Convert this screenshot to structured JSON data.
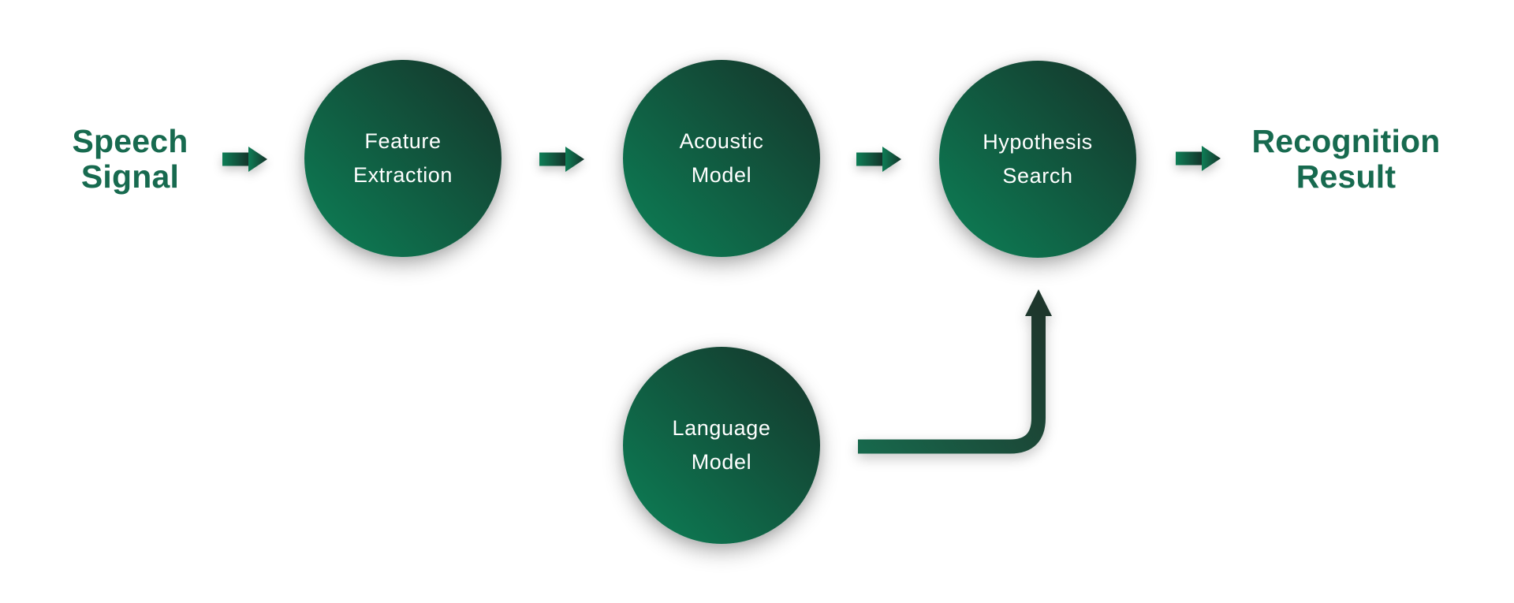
{
  "diagram": {
    "input_label": "Speech\nSignal",
    "output_label": "Recognition\nResult",
    "nodes": [
      {
        "id": "feature-extraction",
        "label": "Feature\nExtraction"
      },
      {
        "id": "acoustic-model",
        "label": "Acoustic\nModel"
      },
      {
        "id": "hypothesis-search",
        "label": "Hypothesis\nSearch"
      },
      {
        "id": "language-model",
        "label": "Language\nModel"
      }
    ],
    "edges": [
      {
        "from": "speech-signal",
        "to": "feature-extraction",
        "type": "arrow-right"
      },
      {
        "from": "feature-extraction",
        "to": "acoustic-model",
        "type": "arrow-right"
      },
      {
        "from": "acoustic-model",
        "to": "hypothesis-search",
        "type": "arrow-right"
      },
      {
        "from": "hypothesis-search",
        "to": "recognition-result",
        "type": "arrow-right"
      },
      {
        "from": "language-model",
        "to": "hypothesis-search",
        "type": "elbow-arrow-up"
      }
    ],
    "icons": {
      "arrow_right": "arrow-right-icon",
      "elbow_arrow": "elbow-up-arrow-icon"
    },
    "colors": {
      "background": "#FFFFFF",
      "heading_text": "#176A4F",
      "node_text": "#FFFFFF",
      "circle_light": "#0C8157",
      "circle_dark": "#15362B",
      "arrow_light": "#0E7E56",
      "arrow_dark": "#14332A",
      "elbow_light": "#17684C",
      "elbow_dark": "#1E362C"
    }
  }
}
